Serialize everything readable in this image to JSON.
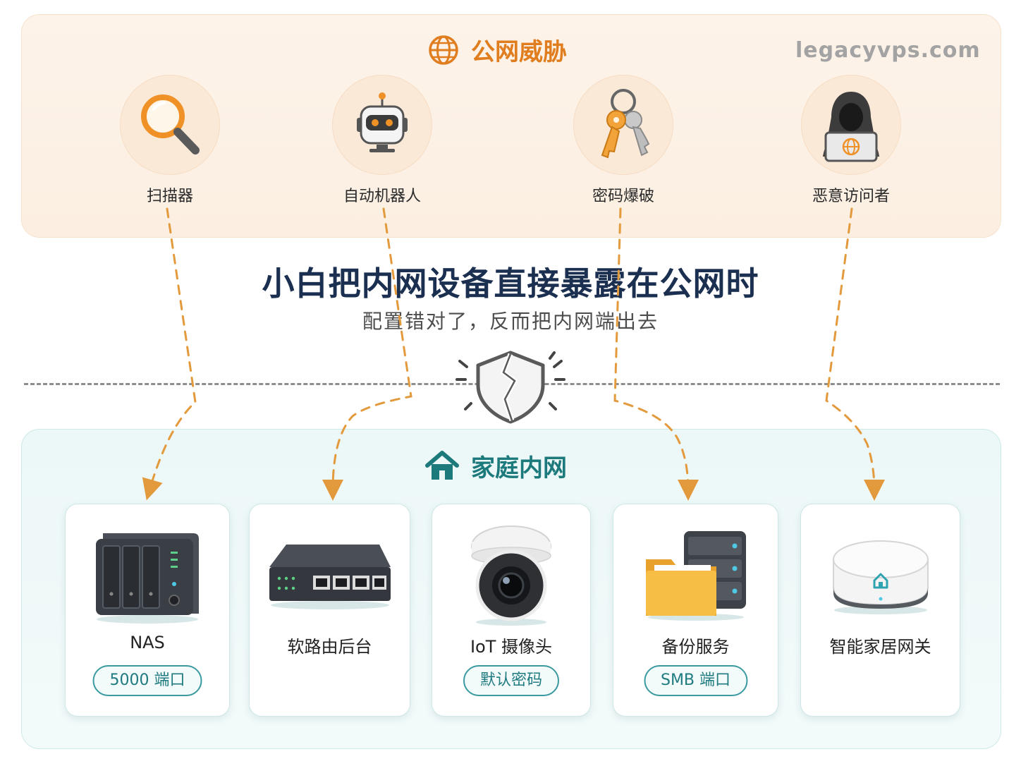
{
  "watermark": "legacyvps.com",
  "threat_section": {
    "title": "公网威胁",
    "items": [
      {
        "label": "扫描器",
        "icon": "magnifier-icon"
      },
      {
        "label": "自动机器人",
        "icon": "robot-icon"
      },
      {
        "label": "密码爆破",
        "icon": "keys-icon"
      },
      {
        "label": "恶意访问者",
        "icon": "hacker-icon"
      }
    ]
  },
  "headline": {
    "title": "小白把内网设备直接暴露在公网时",
    "subtitle": "配置错对了，反而把内网端出去"
  },
  "home_section": {
    "title": "家庭内网",
    "devices": [
      {
        "label": "NAS",
        "badge": "5000 端口",
        "icon": "nas-icon"
      },
      {
        "label": "软路由后台",
        "badge": "",
        "icon": "router-icon"
      },
      {
        "label": "IoT 摄像头",
        "badge": "默认密码",
        "icon": "camera-icon"
      },
      {
        "label": "备份服务",
        "badge": "SMB 端口",
        "icon": "backup-server-icon"
      },
      {
        "label": "智能家居网关",
        "badge": "",
        "icon": "smart-hub-icon"
      }
    ]
  },
  "colors": {
    "threat_accent": "#e07d1e",
    "home_accent": "#1d7a7c",
    "arrow": "#e39a3c",
    "title_navy": "#1b2f50"
  }
}
